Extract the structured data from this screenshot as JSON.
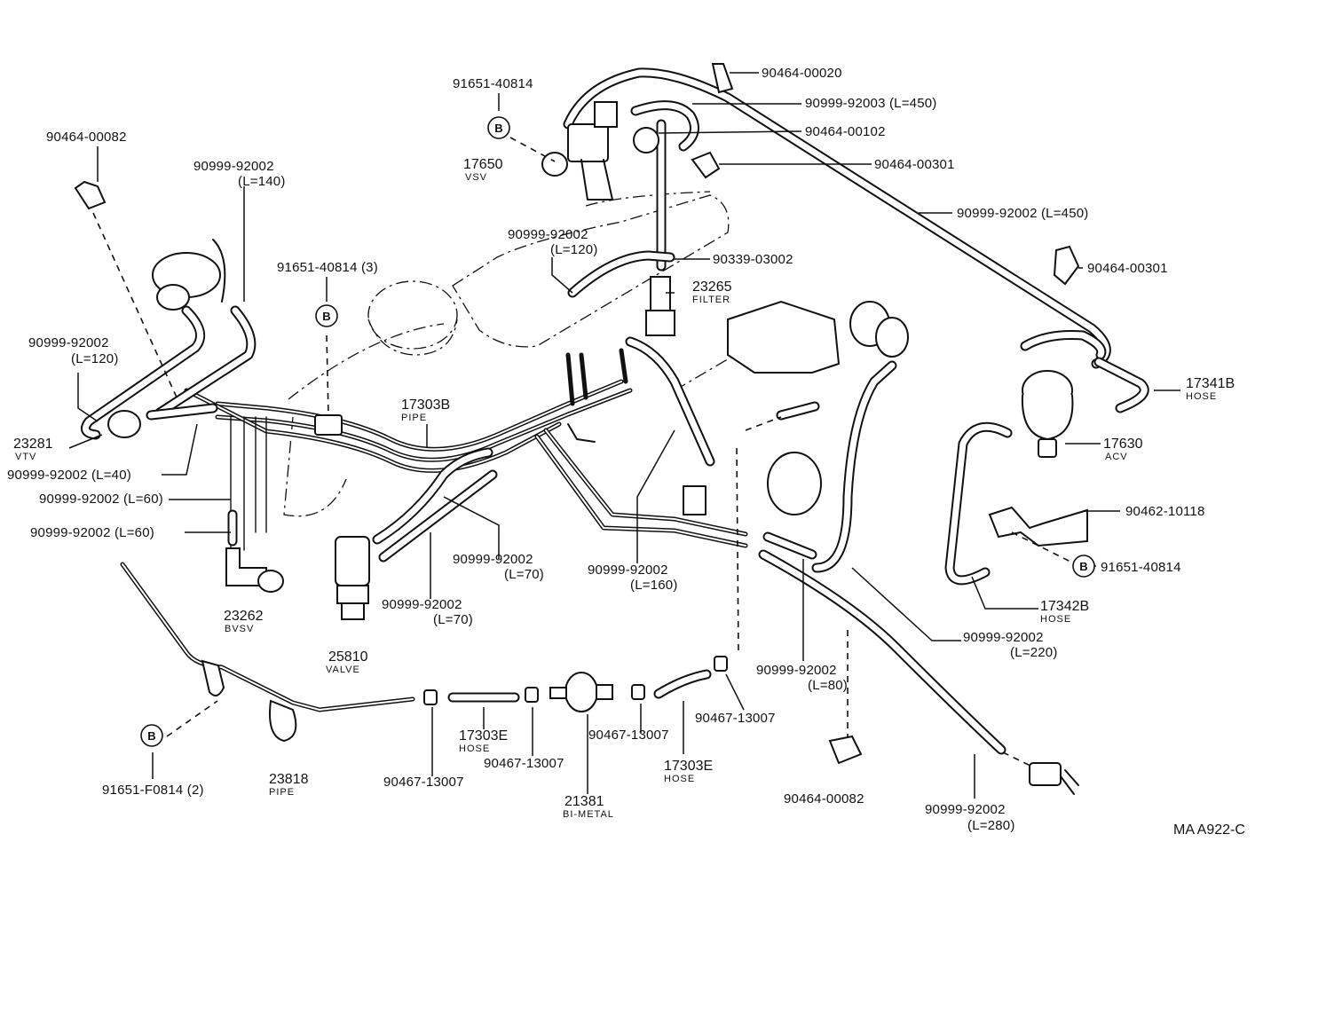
{
  "diagram_code": "MA A922-C",
  "badge_letter": "B",
  "labels": {
    "c_90464_00020": "90464-00020",
    "c_90999_92003": "90999-92003 (L=450)",
    "c_90464_00102": "90464-00102",
    "c_90464_00301_top": "90464-00301",
    "c_90999_92002_450": "90999-92002 (L=450)",
    "c_90464_00301_right": "90464-00301",
    "c_91651_40814_top": "91651-40814",
    "c_17650": "17650",
    "c_17650_sub": "VSV",
    "c_90464_00082_left": "90464-00082",
    "c_90999_92002_140_a": "90999-92002",
    "c_90999_92002_140_b": "(L=140)",
    "c_90999_92002_120r_a": "90999-92002",
    "c_90999_92002_120r_b": "(L=120)",
    "c_90339_03002": "90339-03002",
    "c_23265": "23265",
    "c_23265_sub": "FILTER",
    "c_91651_40814_3": "91651-40814 (3)",
    "c_90999_92002_120l_a": "90999-92002",
    "c_90999_92002_120l_b": "(L=120)",
    "c_17303B": "17303B",
    "c_17303B_sub": "PIPE",
    "c_17341B": "17341B",
    "c_17341B_sub": "HOSE",
    "c_23281": "23281",
    "c_23281_sub": "VTV",
    "c_90999_92002_40": "90999-92002 (L=40)",
    "c_90999_92002_60a": "90999-92002 (L=60)",
    "c_90999_92002_60b": "90999-92002 (L=60)",
    "c_17630": "17630",
    "c_17630_sub": "ACV",
    "c_90462_10118": "90462-10118",
    "c_91651_40814_right": "91651-40814",
    "c_90999_92002_70a_a": "90999-92002",
    "c_90999_92002_70a_b": "(L=70)",
    "c_90999_92002_160_a": "90999-92002",
    "c_90999_92002_160_b": "(L=160)",
    "c_90999_92002_70b_a": "90999-92002",
    "c_90999_92002_70b_b": "(L=70)",
    "c_23262": "23262",
    "c_23262_sub": "BVSV",
    "c_17342B": "17342B",
    "c_17342B_sub": "HOSE",
    "c_90999_92002_220_a": "90999-92002",
    "c_90999_92002_220_b": "(L=220)",
    "c_25810": "25810",
    "c_25810_sub": "VALVE",
    "c_90999_92002_80_a": "90999-92002",
    "c_90999_92002_80_b": "(L=80)",
    "c_90467_13007_r": "90467-13007",
    "c_17303E_l": "17303E",
    "c_17303E_l_sub": "HOSE",
    "c_90467_13007_m": "90467-13007",
    "c_90467_13007_c": "90467-13007",
    "c_17303E_r": "17303E",
    "c_17303E_r_sub": "HOSE",
    "c_91651_F0814": "91651-F0814 (2)",
    "c_23818": "23818",
    "c_23818_sub": "PIPE",
    "c_90467_13007_b": "90467-13007",
    "c_21381": "21381",
    "c_21381_sub": "BI-METAL",
    "c_90464_00082_bottom": "90464-00082",
    "c_90999_92002_280_a": "90999-92002",
    "c_90999_92002_280_b": "(L=280)"
  }
}
